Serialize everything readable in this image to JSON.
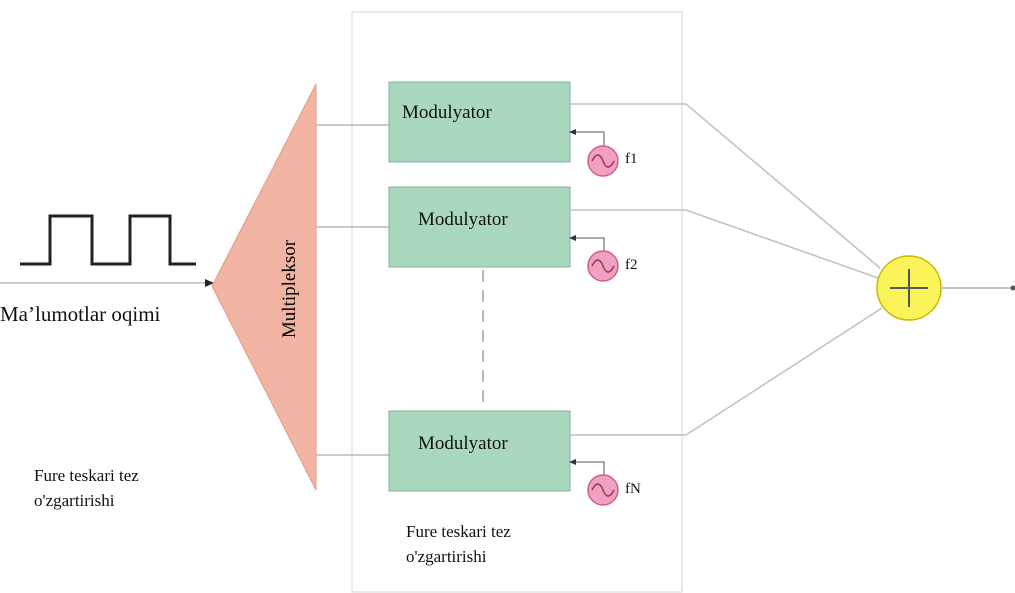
{
  "data_stream_label": "Ma’lumotlar oqimi",
  "multiplexer_label": "Multipleksor",
  "modulators": [
    {
      "label": "Modulyator",
      "freq": "f1"
    },
    {
      "label": "Modulyator",
      "freq": "f2"
    },
    {
      "label": "Modulyator",
      "freq": "fN"
    }
  ],
  "ifft_left": {
    "line1": "Fure teskari tez",
    "line2": "o'zgartirishi"
  },
  "ifft_panel": {
    "line1": "Fure teskari tez",
    "line2": "o'zgartirishi"
  },
  "adder_symbol": "+",
  "colors": {
    "modulator_fill": "#a9d8bf",
    "modulator_stroke": "#7fb39a",
    "multiplexer_fill": "#f2b4a2",
    "oscillator_fill": "#f0a0c0",
    "oscillator_stroke": "#d0608a",
    "adder_fill": "#fbf35a",
    "adder_stroke": "#c9b800",
    "line": "#c0c0c0",
    "panel_border": "#d0d0d0",
    "signal": "#222222"
  },
  "icons": [
    "square-wave-icon",
    "sine-oscillator-icon",
    "summing-junction-icon"
  ]
}
